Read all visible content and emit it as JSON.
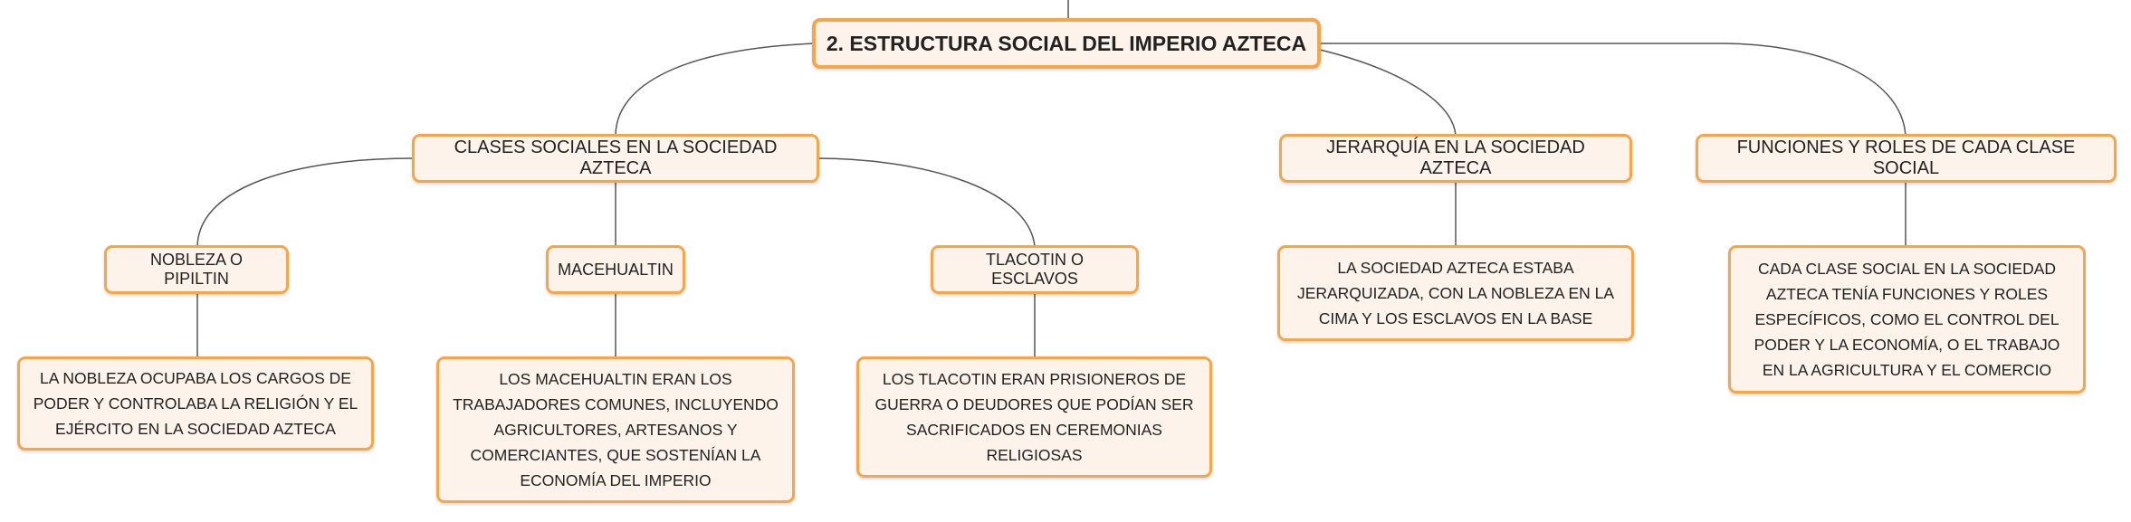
{
  "map": {
    "root": "2. ESTRUCTURA SOCIAL DEL IMPERIO AZTECA",
    "clases": {
      "title": "CLASES SOCIALES EN LA SOCIEDAD AZTECA",
      "nobleza": {
        "title": "NOBLEZA O PIPILTIN",
        "desc": "LA NOBLEZA OCUPABA LOS CARGOS DE PODER Y CONTROLABA LA RELIGIÓN Y EL EJÉRCITO EN LA SOCIEDAD AZTECA"
      },
      "macehualtin": {
        "title": "MACEHUALTIN",
        "desc": "LOS MACEHUALTIN ERAN LOS TRABAJADORES COMUNES, INCLUYENDO AGRICULTORES, ARTESANOS Y COMERCIANTES, QUE SOSTENÍAN LA ECONOMÍA DEL IMPERIO"
      },
      "tlacotin": {
        "title": "TLACOTIN O ESCLAVOS",
        "desc": "LOS TLACOTIN ERAN PRISIONEROS DE GUERRA O DEUDORES QUE PODÍAN SER SACRIFICADOS EN CEREMONIAS RELIGIOSAS"
      }
    },
    "jerarquia": {
      "title": "JERARQUÍA EN LA SOCIEDAD AZTECA",
      "desc": "LA SOCIEDAD AZTECA ESTABA JERARQUIZADA, CON LA NOBLEZA EN LA CIMA Y LOS ESCLAVOS EN LA BASE"
    },
    "funciones": {
      "title": "FUNCIONES Y ROLES DE CADA CLASE SOCIAL",
      "desc": "CADA CLASE SOCIAL EN LA SOCIEDAD AZTECA TENÍA FUNCIONES Y ROLES ESPECÍFICOS, COMO EL CONTROL DEL PODER Y LA ECONOMÍA, O EL TRABAJO EN LA AGRICULTURA Y EL COMERCIO"
    }
  },
  "colors": {
    "node_fill": "#fdf3ea",
    "node_border": "#f5a54a",
    "connector": "#555555",
    "text": "#222222"
  }
}
